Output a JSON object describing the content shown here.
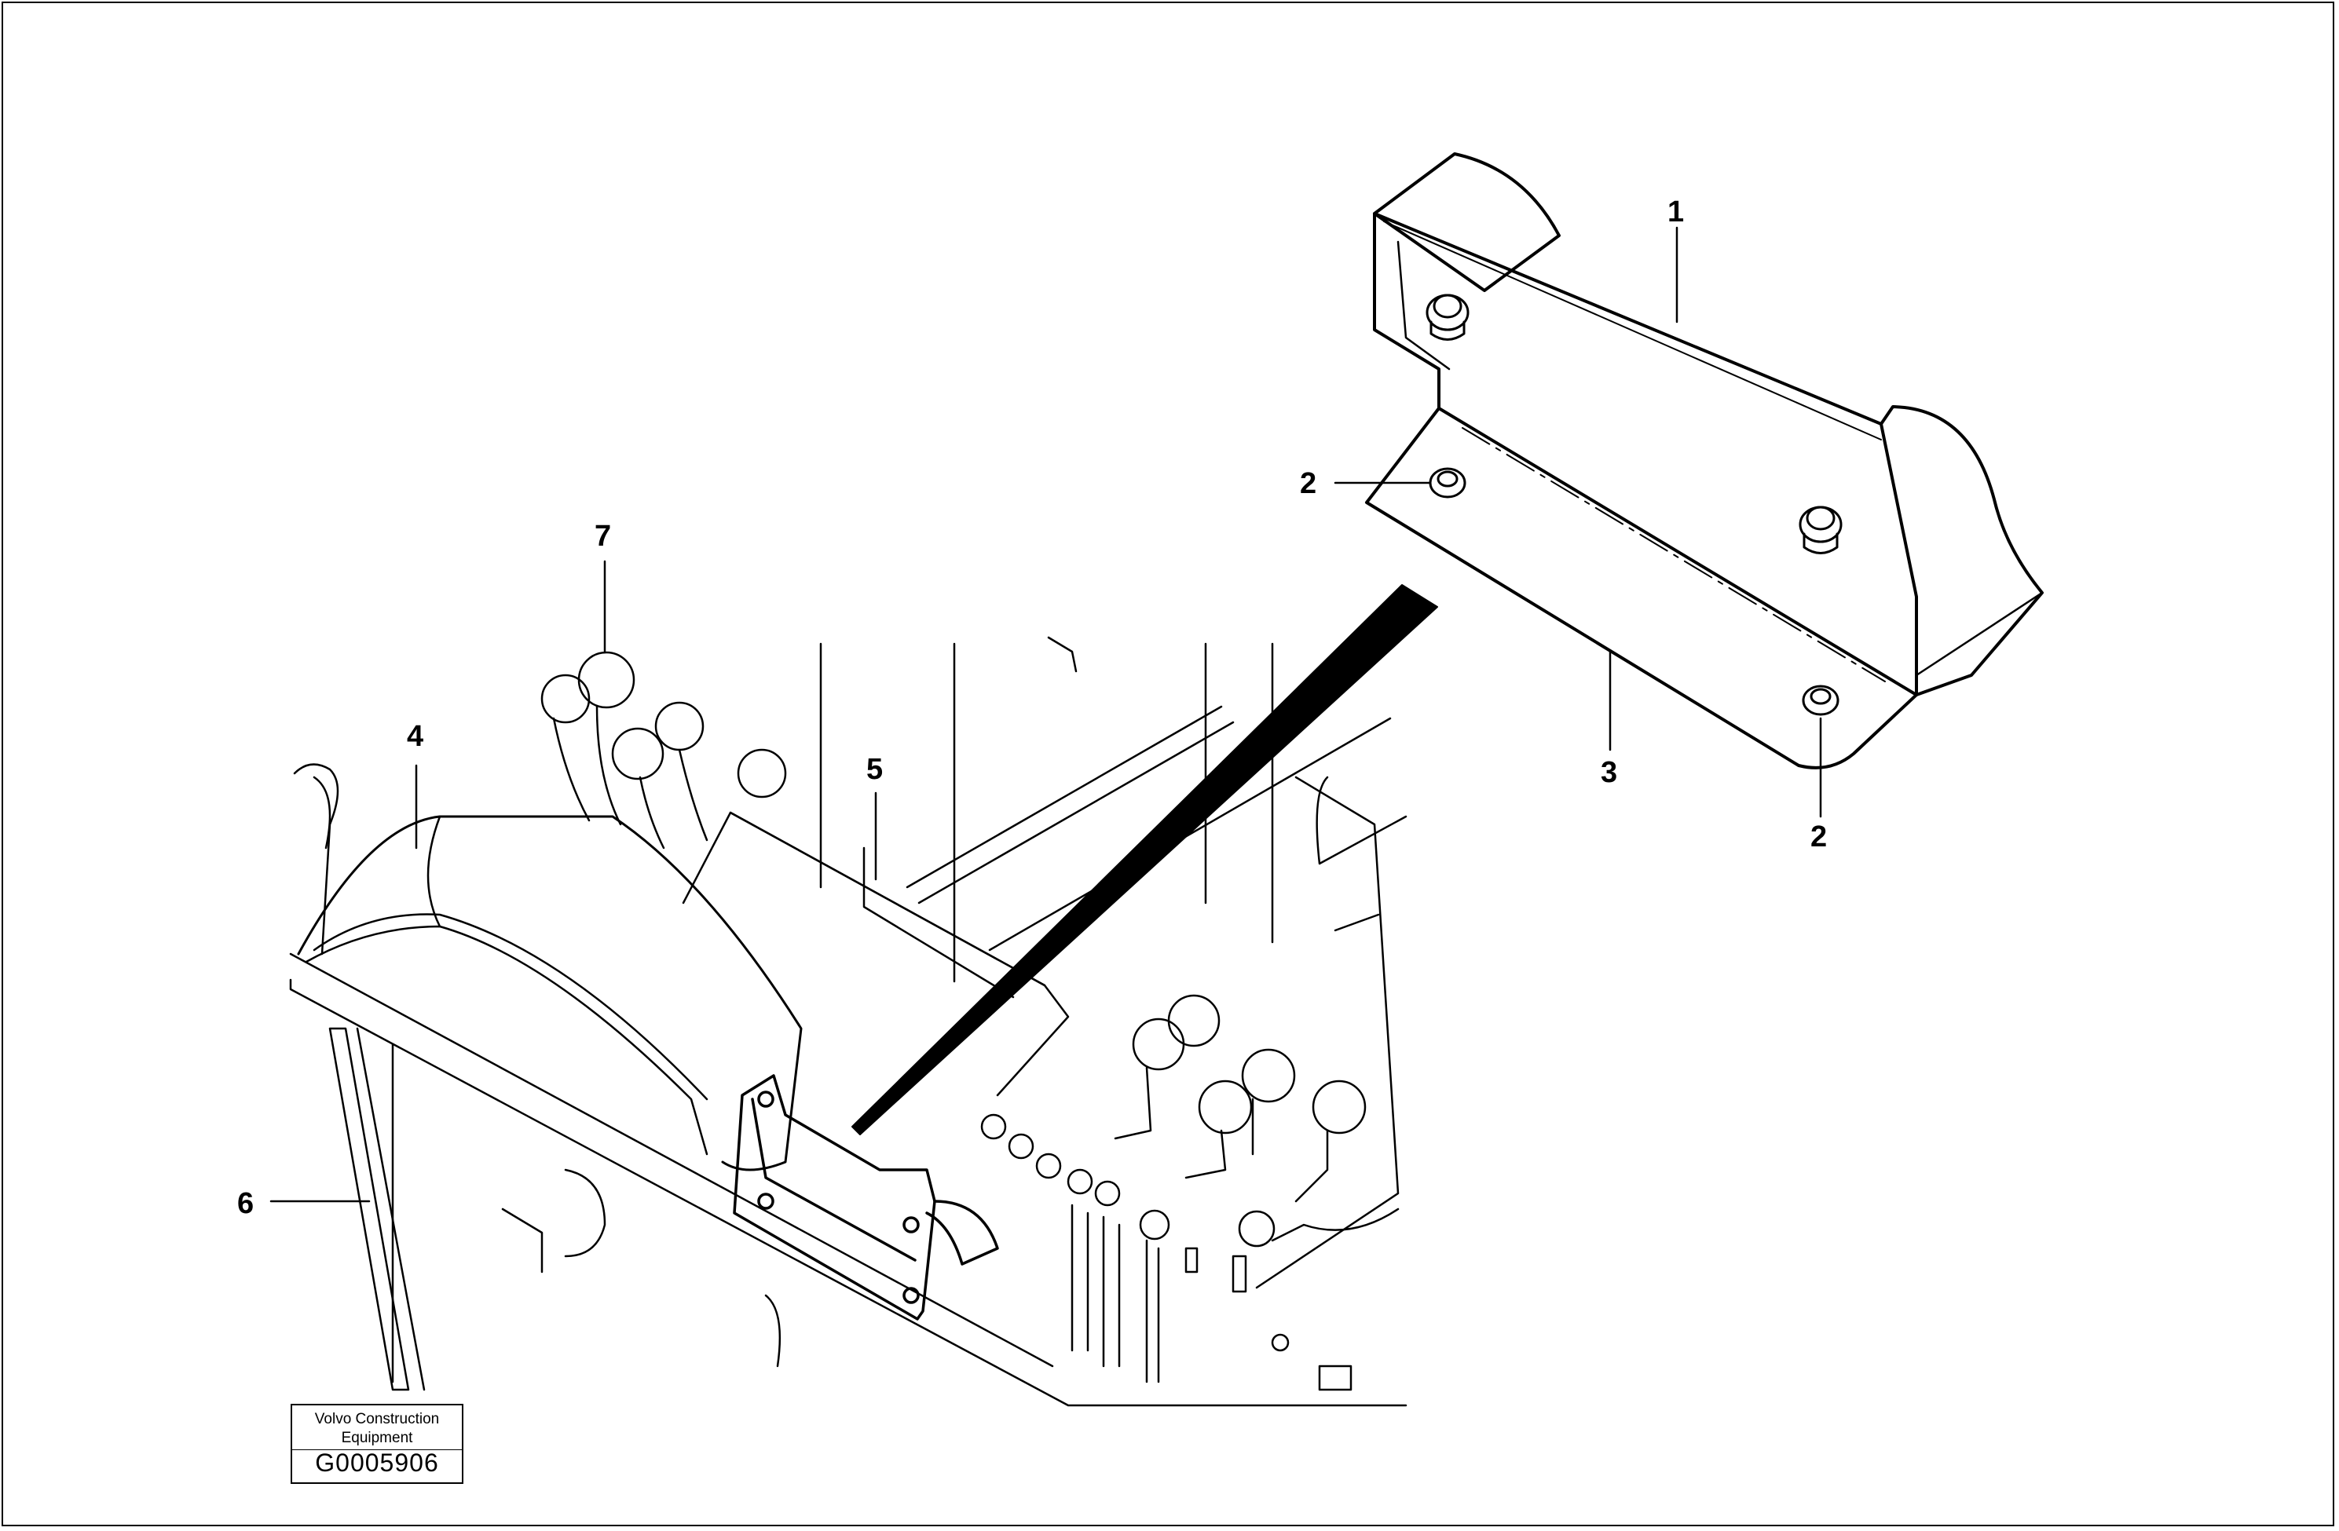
{
  "callouts": {
    "c1": "1",
    "c2a": "2",
    "c2b": "2",
    "c3": "3",
    "c4": "4",
    "c5": "5",
    "c6": "6",
    "c7": "7"
  },
  "stamp": {
    "org_line1": "Volvo Construction",
    "org_line2": "Equipment",
    "code": "G0005906"
  },
  "colors": {
    "line": "#000000",
    "background": "#ffffff"
  }
}
